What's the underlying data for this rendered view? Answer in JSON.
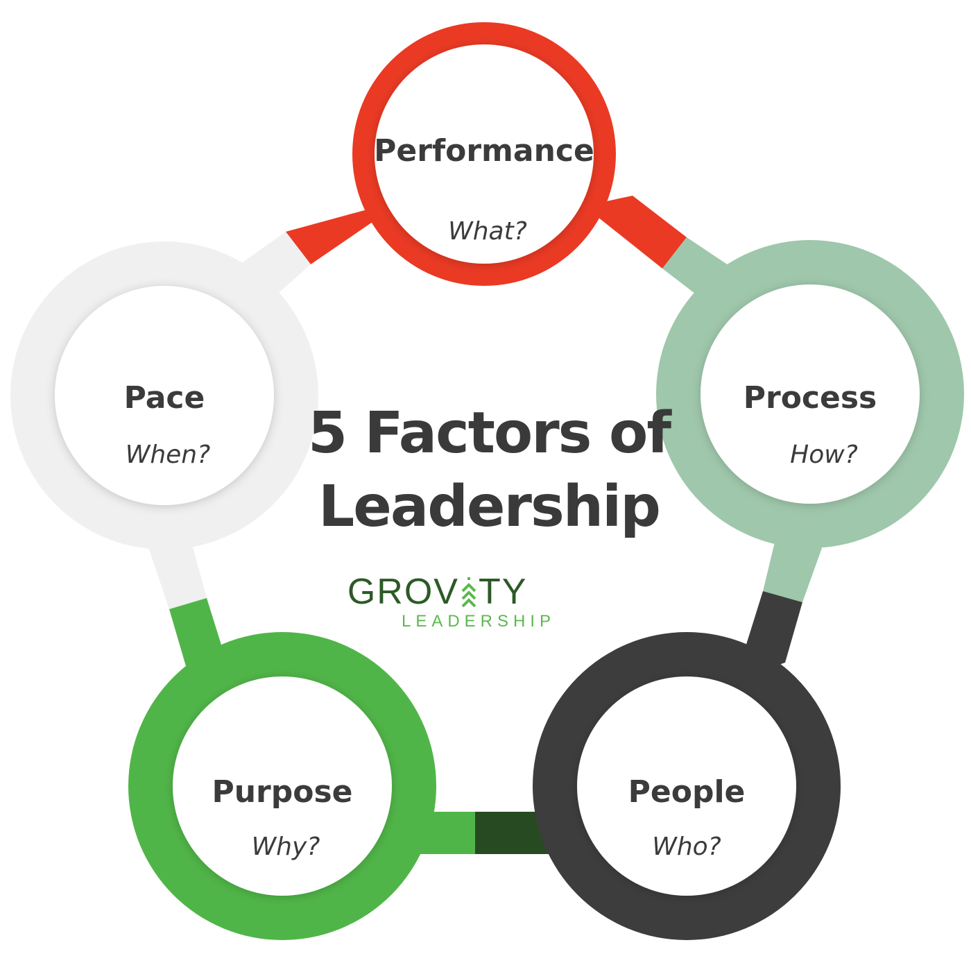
{
  "title_lines": [
    "5 Factors of",
    "Leadership"
  ],
  "logo": {
    "name_left": "GROV",
    "name_right": "TY",
    "tagline": "LEADERSHIP"
  },
  "factors": [
    {
      "name": "Performance",
      "question": "What?",
      "color": "#ea3a24"
    },
    {
      "name": "Process",
      "question": "How?",
      "color": "#9fc7ab"
    },
    {
      "name": "People",
      "question": "Who?",
      "color": "#3d3d3d"
    },
    {
      "name": "Purpose",
      "question": "Why?",
      "color": "#50b548"
    },
    {
      "name": "Pace",
      "question": "When?",
      "color": "#f0f0f0"
    }
  ],
  "colors": {
    "connector_people_purpose": "#284a22",
    "node_fill": "#ffffff",
    "text": "#3b3b3b",
    "logo_dark": "#2c5a26",
    "logo_light": "#5cb84e"
  }
}
